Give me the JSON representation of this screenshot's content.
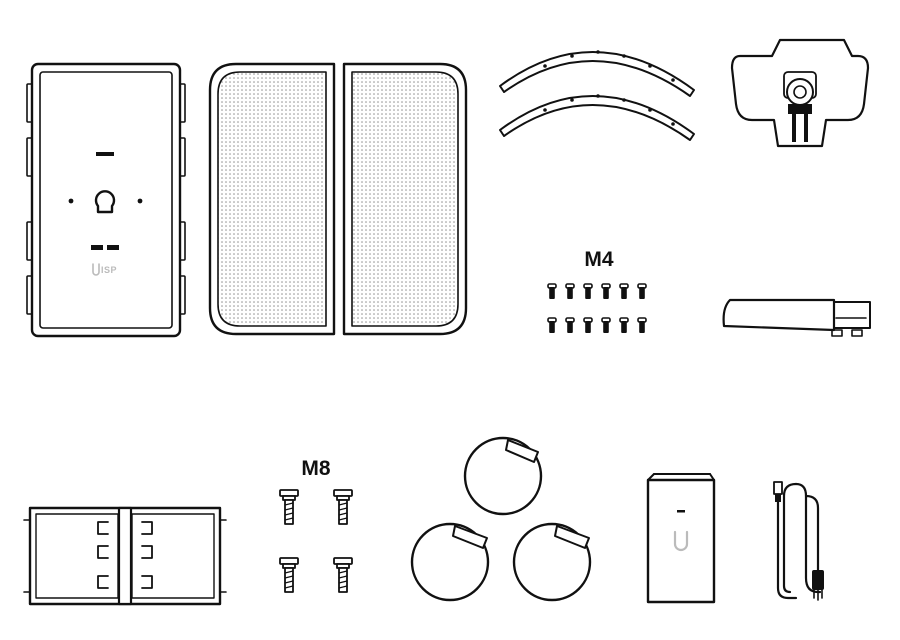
{
  "labels": {
    "m4": "M4",
    "m8": "M8",
    "brand_mark": "ISP"
  },
  "items": [
    {
      "id": "back-housing",
      "icon": "enclosure-back-icon"
    },
    {
      "id": "mesh-reflector-left",
      "icon": "mesh-panel-icon"
    },
    {
      "id": "mesh-reflector-right",
      "icon": "mesh-panel-icon"
    },
    {
      "id": "curved-brackets",
      "icon": "curved-bracket-icon"
    },
    {
      "id": "alignment-mount",
      "icon": "alignment-mount-icon"
    },
    {
      "id": "m4-screws",
      "icon": "screw-icon",
      "count": 12
    },
    {
      "id": "mount-arm",
      "icon": "mount-arm-icon"
    },
    {
      "id": "hinge-bracket",
      "icon": "hinge-bracket-icon"
    },
    {
      "id": "m8-bolts",
      "icon": "bolt-icon",
      "count": 4
    },
    {
      "id": "hose-clamps",
      "icon": "hose-clamp-icon",
      "count": 3
    },
    {
      "id": "poe-adapter",
      "icon": "poe-adapter-icon"
    },
    {
      "id": "power-cord",
      "icon": "power-cord-icon"
    }
  ],
  "colors": {
    "line": "#111111",
    "mesh_dot": "#8a8a8a",
    "logo": "#bbbbbb",
    "background": "#ffffff"
  }
}
